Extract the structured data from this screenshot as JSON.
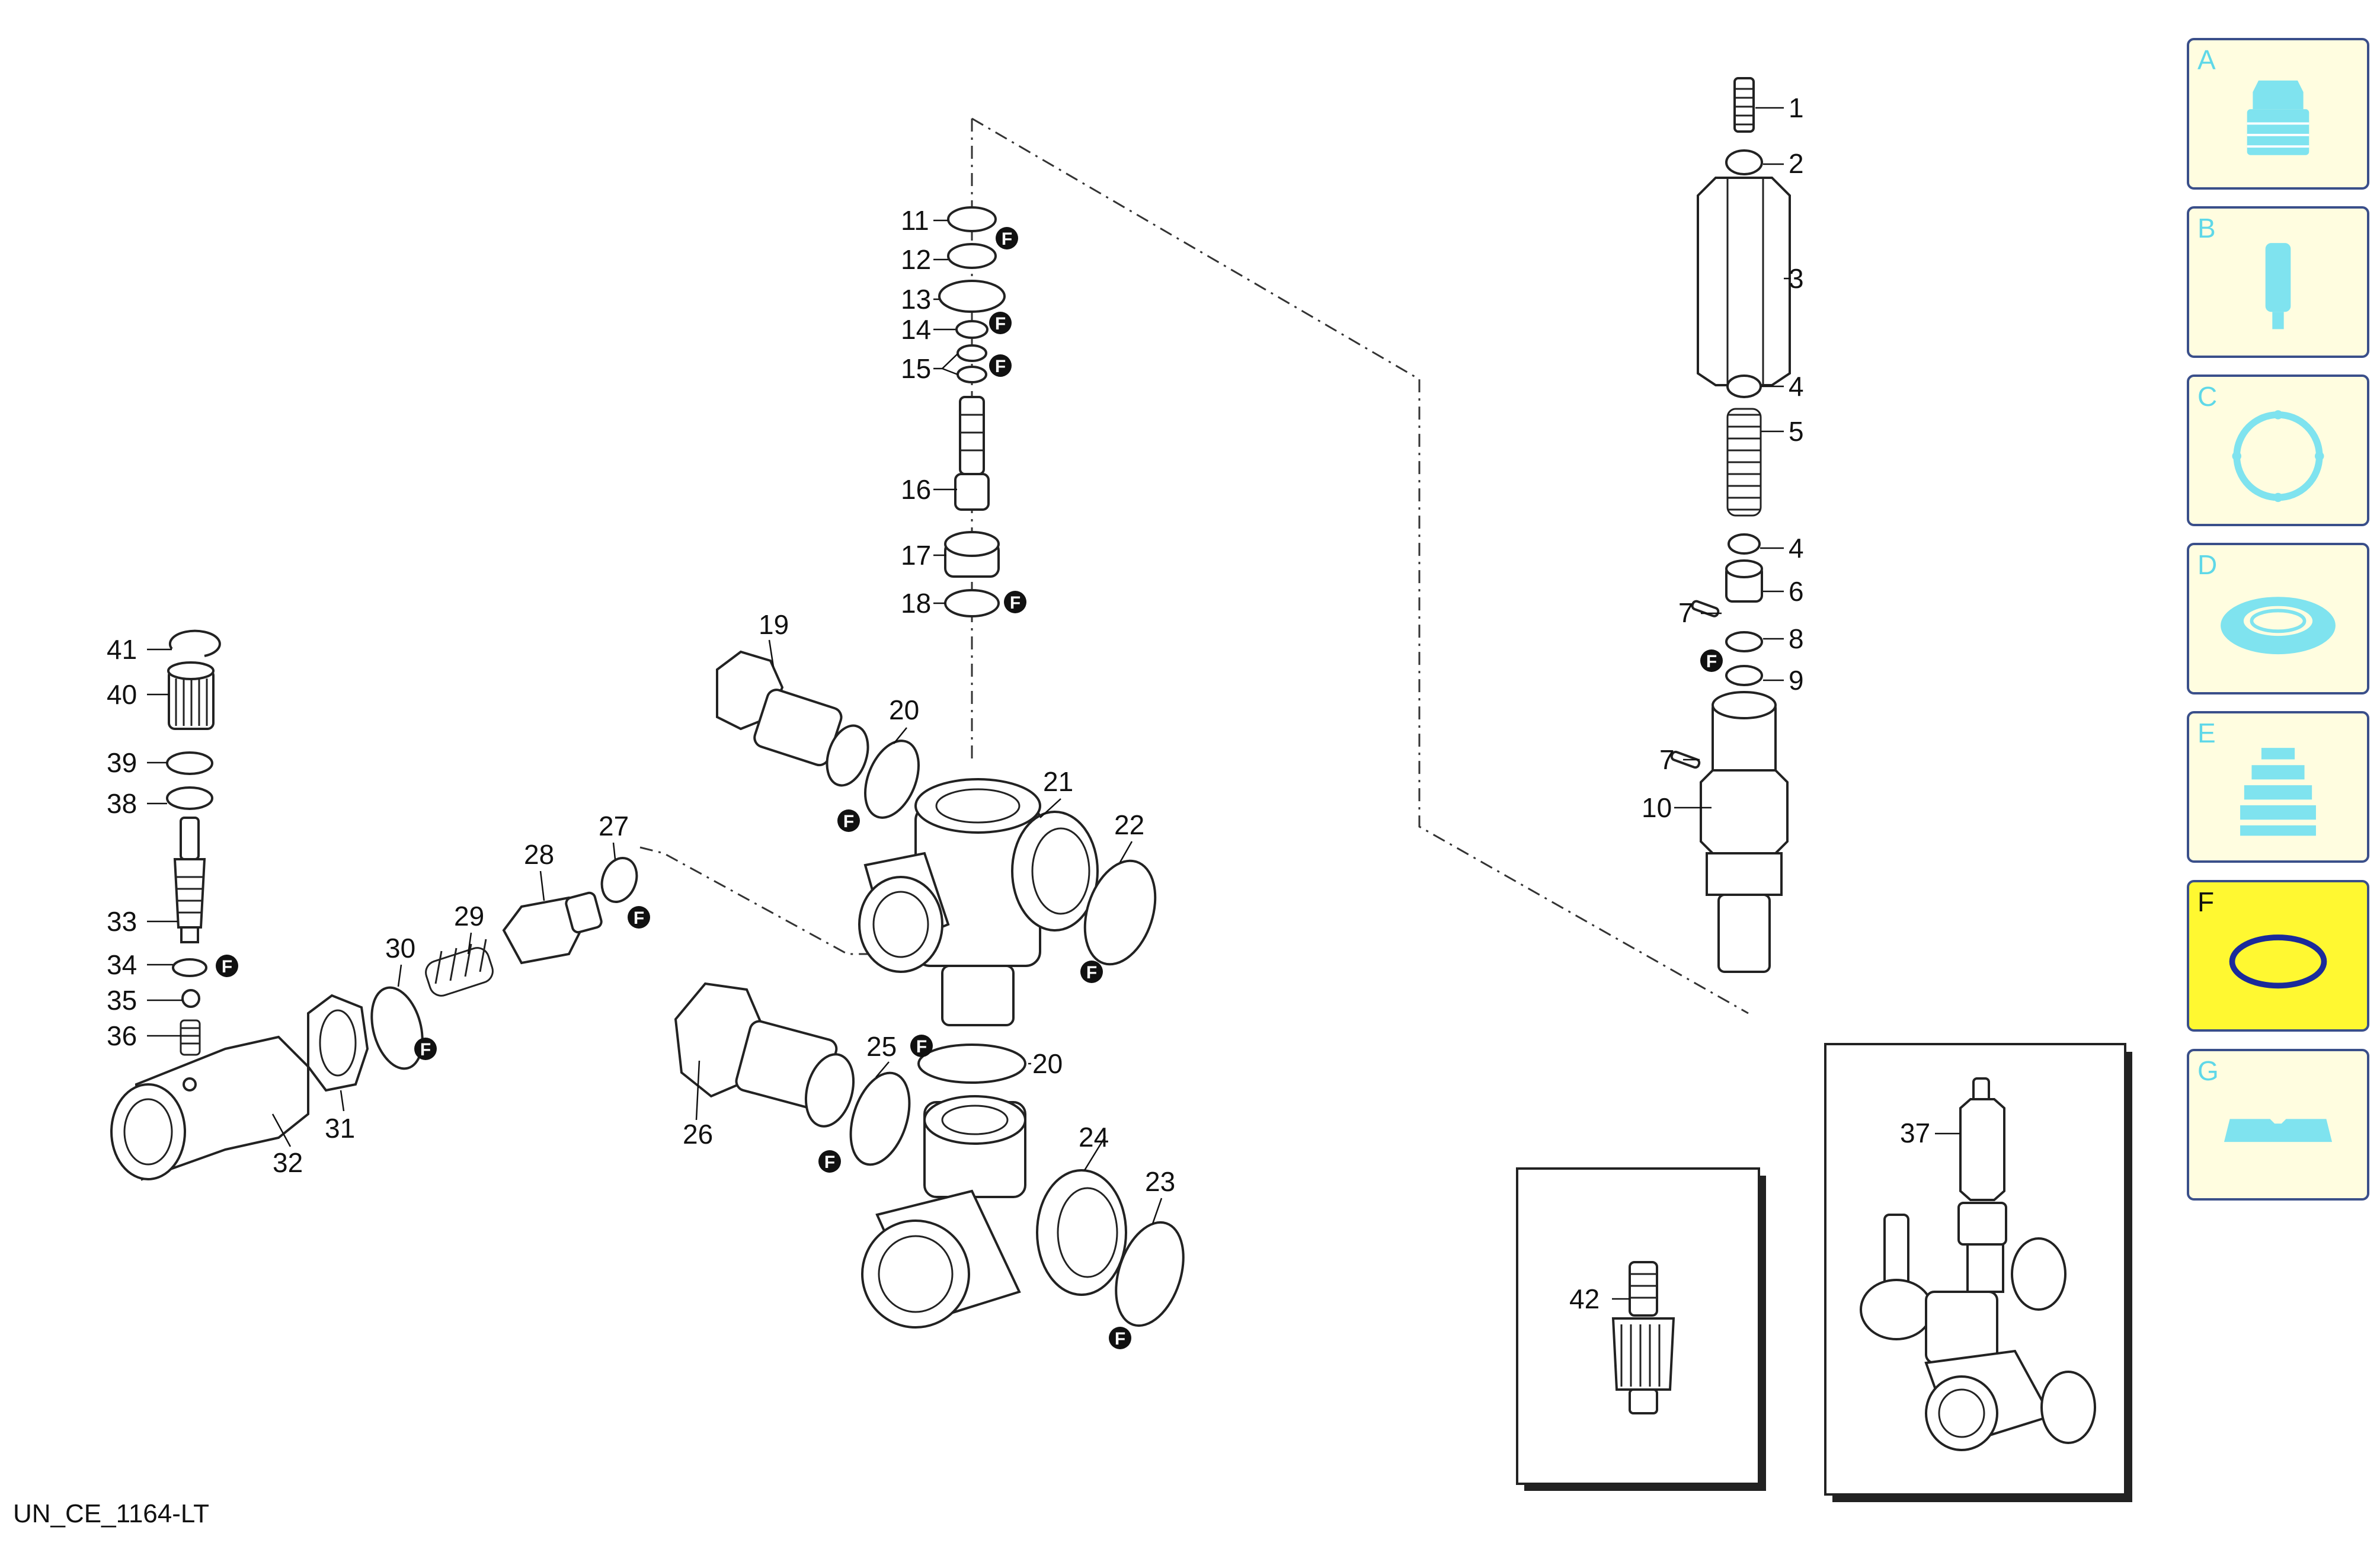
{
  "document_id": "UN_CE_1164-LT",
  "f_marker": "F",
  "callouts": {
    "c1": "1",
    "c2": "2",
    "c3": "3",
    "c4a": "4",
    "c4b": "4",
    "c5": "5",
    "c6": "6",
    "c7a": "7",
    "c7b": "7",
    "c8": "8",
    "c9": "9",
    "c10": "10",
    "c11": "11",
    "c12": "12",
    "c13": "13",
    "c14": "14",
    "c15": "15",
    "c16": "16",
    "c17": "17",
    "c18": "18",
    "c19": "19",
    "c20a": "20",
    "c20b": "20",
    "c21": "21",
    "c22": "22",
    "c23": "23",
    "c24": "24",
    "c25": "25",
    "c26": "26",
    "c27": "27",
    "c28": "28",
    "c29": "29",
    "c30": "30",
    "c31": "31",
    "c32": "32",
    "c33": "33",
    "c34": "34",
    "c35": "35",
    "c36": "36",
    "c37": "37",
    "c38": "38",
    "c39": "39",
    "c40": "40",
    "c41": "41",
    "c42": "42"
  },
  "categories": [
    {
      "letter": "A",
      "icon": "nozzle-icon",
      "active": false
    },
    {
      "letter": "B",
      "icon": "pin-icon",
      "active": false
    },
    {
      "letter": "C",
      "icon": "ring-icon",
      "active": false
    },
    {
      "letter": "D",
      "icon": "seal-icon",
      "active": false
    },
    {
      "letter": "E",
      "icon": "bellows-icon",
      "active": false
    },
    {
      "letter": "F",
      "icon": "o-ring-icon",
      "active": true
    },
    {
      "letter": "G",
      "icon": "bar-icon",
      "active": false
    }
  ],
  "colors": {
    "accent": "#5fd8e8",
    "active_bg": "#fff831",
    "inactive_bg": "#fffde0",
    "border": "#3a4f8a",
    "o_ring": "#1a2a9a"
  }
}
